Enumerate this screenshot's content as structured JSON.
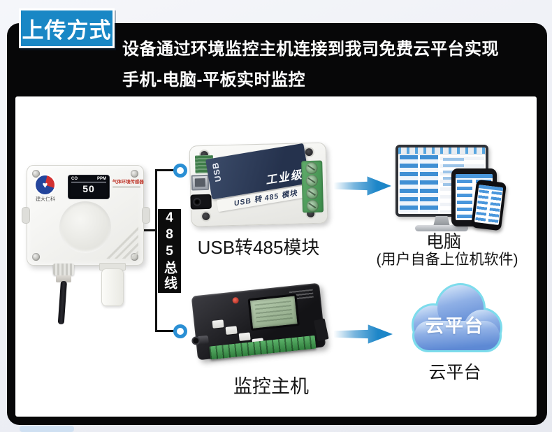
{
  "badge": {
    "label": "上传方式"
  },
  "header": {
    "line1": "设备通过环境监控主机连接到我司免费云平台实现",
    "line2": "手机-电脑-平板实时监控"
  },
  "sensor": {
    "brand": "建大仁科",
    "display": {
      "gas": "CO",
      "unit": "PPM",
      "value": "50"
    },
    "side_label": "气体环境传感器"
  },
  "bus": {
    "label": "485总线"
  },
  "usb_module": {
    "port_label": "USB",
    "grade_label": "工业级",
    "strip_label": "USB 转 485 模块",
    "caption": "USB转485模块"
  },
  "computer": {
    "caption": "电脑",
    "note": "(用户自备上位机软件)"
  },
  "host": {
    "caption": "监控主机"
  },
  "cloud": {
    "label": "云平台",
    "caption": "云平台"
  },
  "colors": {
    "badge_blue": "#1987c5",
    "arrow_blue": "#1d86c8",
    "cloud_stroke": "#7ddcec",
    "frame_black": "#070708"
  }
}
